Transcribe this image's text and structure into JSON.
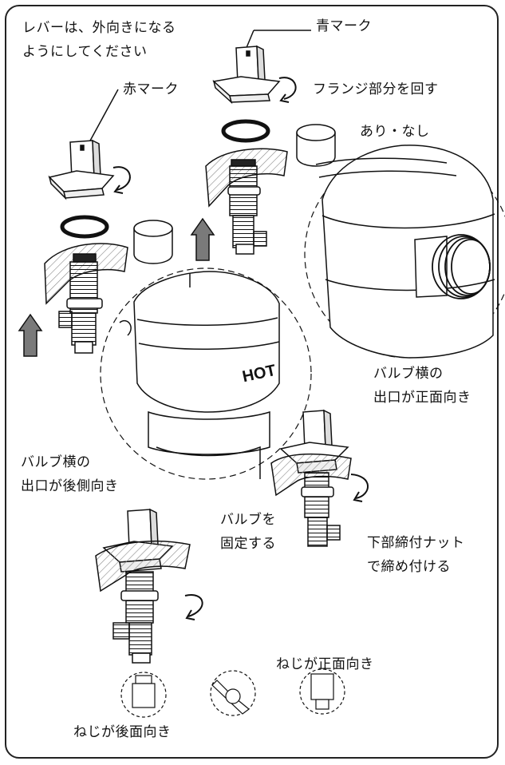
{
  "labels": {
    "lever_outward": "レバーは、外向きになる\nようにしてください",
    "blue_mark": "青マーク",
    "red_mark": "赤マーク",
    "rotate_flange": "フランジ部分を回す",
    "with_without": "あり・なし",
    "valve_outlet_front": "バルブ横の\n出口が正面向き",
    "valve_outlet_back": "バルブ横の\n出口が後側向き",
    "fix_valve": "バルブを\n固定する",
    "tighten_nut": "下部締付ナット\nで締め付ける",
    "thread_front": "ねじが正面向き",
    "thread_back": "ねじが後面向き",
    "hot_mark": "HOT"
  },
  "colors": {
    "line": "#111111",
    "arrow_fill": "#7a7a7a",
    "hatch": "#888888"
  },
  "icons": [
    "o-ring-icon",
    "collar-icon",
    "lever-handle-icon",
    "valve-body-icon",
    "rotation-arrow-icon",
    "up-arrow-icon"
  ]
}
